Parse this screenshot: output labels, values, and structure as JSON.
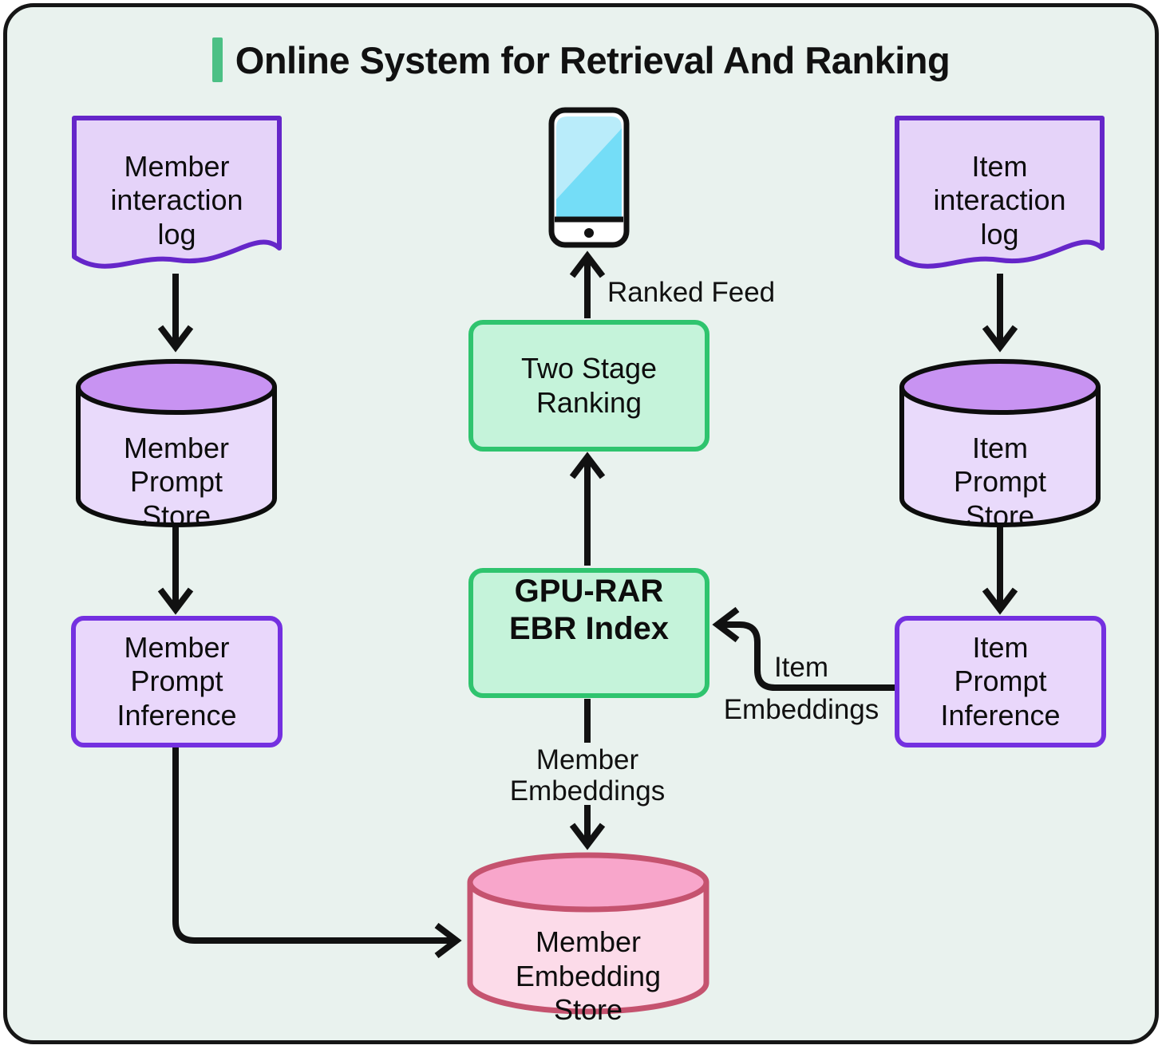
{
  "header": {
    "title": "Online System for Retrieval And Ranking",
    "accent_color": "#4cc085"
  },
  "colors": {
    "canvas_bg": "#e9f2ee",
    "canvas_border": "#161616",
    "doc_fill": "#e5d3f9",
    "doc_stroke": "#6526c9",
    "cylinder_body": "#e9dafb",
    "cylinder_top": "#c893f2",
    "purple_box_fill": "#e9d7fb",
    "purple_box_stroke": "#7430e0",
    "green_box_fill": "#c5f3da",
    "green_box_stroke": "#2fc46e",
    "pink_cylinder_body": "#fcdbe9",
    "pink_cylinder_top": "#f8a6cb",
    "pink_cylinder_stroke": "#c5536f",
    "phone_screen_light": "#b9ecfa",
    "phone_screen_dark": "#74ddf7",
    "arrow": "#111111"
  },
  "nodes": {
    "member_log": {
      "label": "Member\ninteraction\nlog",
      "shape": "document"
    },
    "member_prompt_store": {
      "label": "Member\nPrompt\nStore",
      "shape": "cylinder"
    },
    "member_prompt_inference": {
      "label": "Member\nPrompt\nInference",
      "shape": "box"
    },
    "phone": {
      "label": "",
      "shape": "smartphone"
    },
    "two_stage_ranking": {
      "label": "Two Stage\nRanking",
      "shape": "box"
    },
    "gpu_rar": {
      "label": "GPU-RAR\nEBR Index",
      "shape": "box"
    },
    "member_embedding_store": {
      "label": "Member\nEmbedding\nStore",
      "shape": "cylinder"
    },
    "item_log": {
      "label": "Item\ninteraction\nlog",
      "shape": "document"
    },
    "item_prompt_store": {
      "label": "Item\nPrompt\nStore",
      "shape": "cylinder"
    },
    "item_prompt_inference": {
      "label": "Item\nPrompt\nInference",
      "shape": "box"
    }
  },
  "labels": {
    "ranked_feed": "Ranked Feed",
    "member_embeddings": "Member\nEmbeddings",
    "item_embeddings_line1": "Item",
    "item_embeddings_line2": "Embeddings"
  },
  "edges": [
    {
      "from": "member-interaction-log",
      "to": "member-prompt-store",
      "label": ""
    },
    {
      "from": "member-prompt-store",
      "to": "member-prompt-inference",
      "label": ""
    },
    {
      "from": "member-prompt-inference",
      "to": "member-embedding-store",
      "label": ""
    },
    {
      "from": "item-interaction-log",
      "to": "item-prompt-store",
      "label": ""
    },
    {
      "from": "item-prompt-store",
      "to": "item-prompt-inference",
      "label": ""
    },
    {
      "from": "item-prompt-inference",
      "to": "gpu-rar-ebr-index",
      "label": "Item Embeddings"
    },
    {
      "from": "gpu-rar-ebr-index",
      "to": "member-embedding-store",
      "label": "Member Embeddings"
    },
    {
      "from": "gpu-rar-ebr-index",
      "to": "two-stage-ranking",
      "label": ""
    },
    {
      "from": "two-stage-ranking",
      "to": "smartphone",
      "label": "Ranked Feed"
    }
  ]
}
